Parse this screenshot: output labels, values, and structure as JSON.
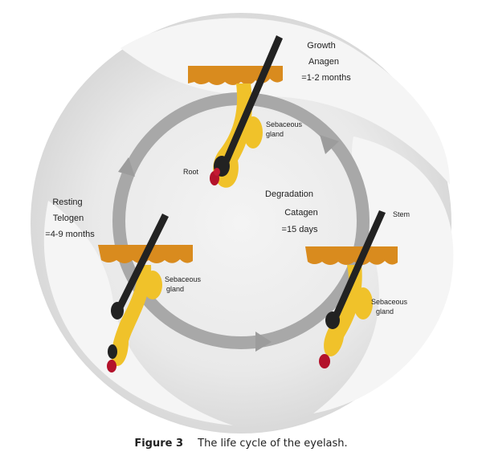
{
  "stages": {
    "growth": {
      "name": "Growth",
      "phase": "Anagen",
      "duration": "=1-2 months"
    },
    "degradation": {
      "name": "Degradation",
      "phase": "Catagen",
      "duration": "=15 days"
    },
    "resting": {
      "name": "Resting",
      "phase": "Telogen",
      "duration": "=4-9 months"
    }
  },
  "structures": {
    "sebaceous_line1": "Sebaceous",
    "sebaceous_line2": "gland",
    "root": "Root",
    "stem": "Stem"
  },
  "caption": {
    "label": "Figure 3",
    "text": "The life cycle of the eyelash."
  },
  "colors": {
    "skin": "#d98b1e",
    "follicle": "#f0c22a",
    "hair": "#222222",
    "bulb": "#b3122b",
    "cycle_ring": "#a8a8a8",
    "background_disc": "#e6e6e6"
  }
}
